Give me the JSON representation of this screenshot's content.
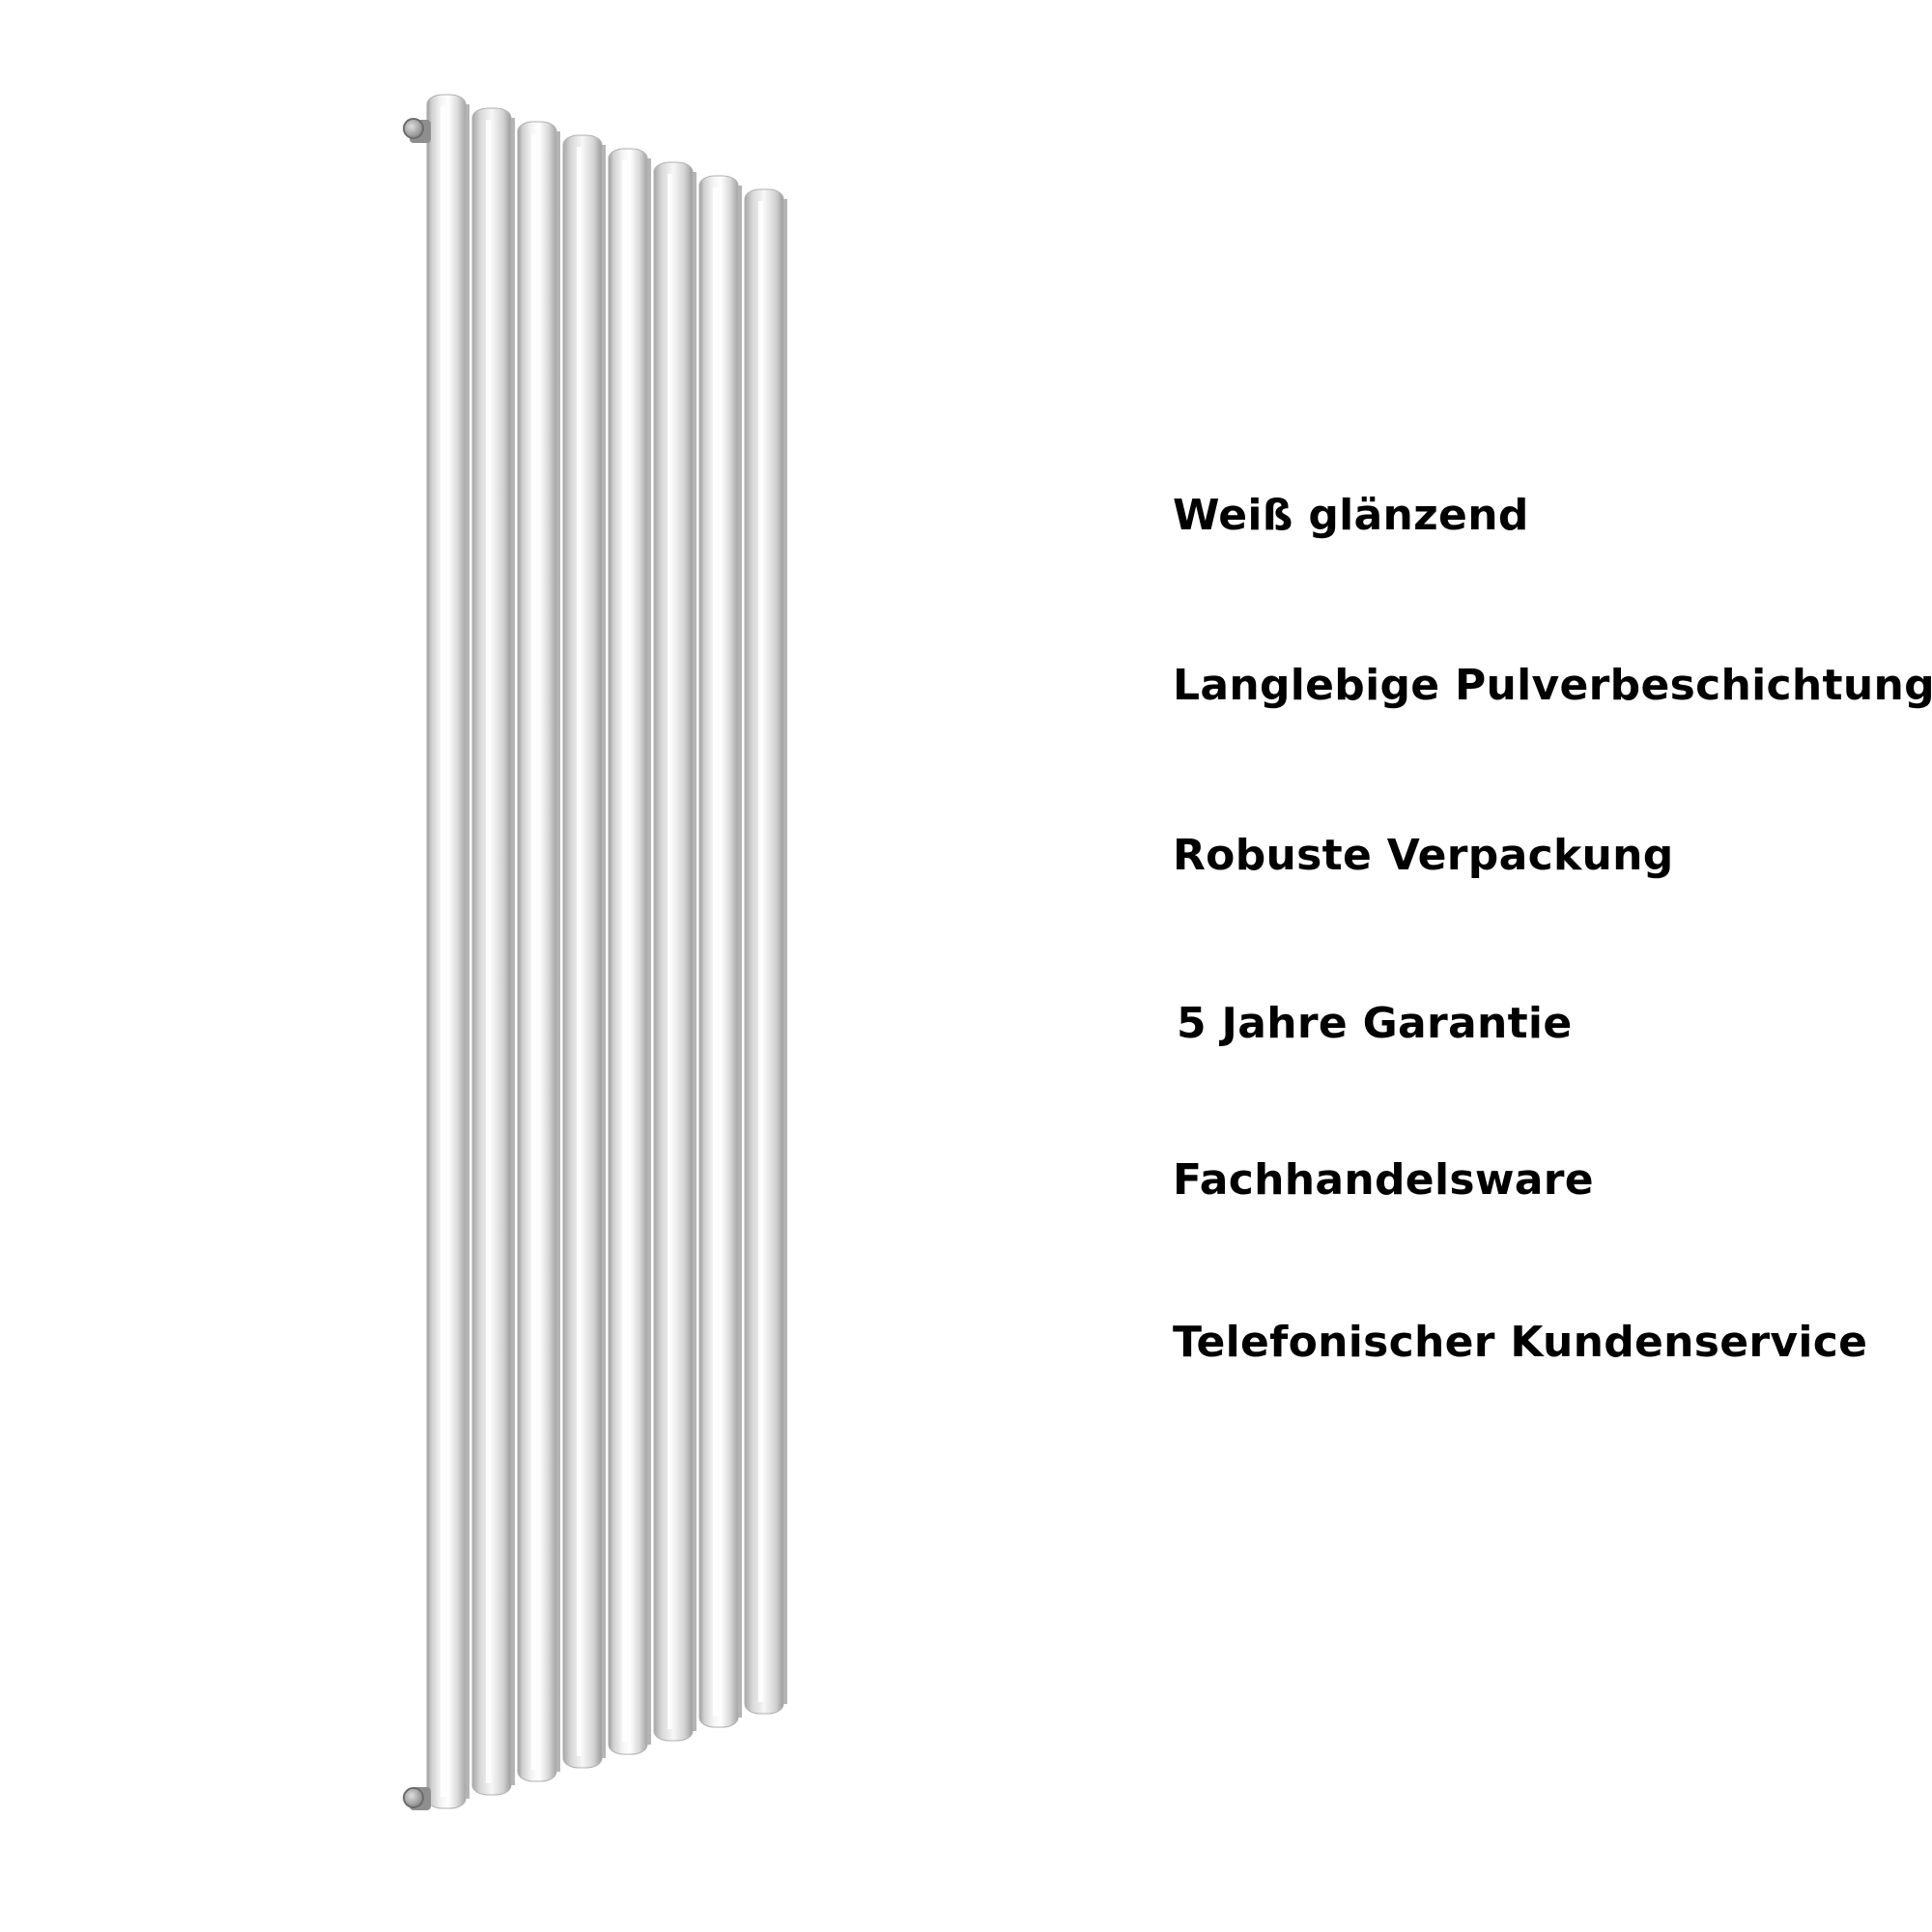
{
  "product": {
    "image_icon": "vertical-radiator-icon",
    "tube_count": 8,
    "colors": {
      "background": "#ffffff",
      "text": "#000000",
      "radiator_light": "#fafafa",
      "radiator_mid": "#dcdcdc",
      "radiator_dark": "#a9a9a9",
      "bracket": "#8a8a8a"
    }
  },
  "features": [
    "Weiß glänzend",
    "Langlebige Pulverbeschichtung",
    "Robuste Verpackung",
    "5 Jahre Garantie",
    "Fachhandelsware",
    "Telefonischer Kundenservice"
  ]
}
